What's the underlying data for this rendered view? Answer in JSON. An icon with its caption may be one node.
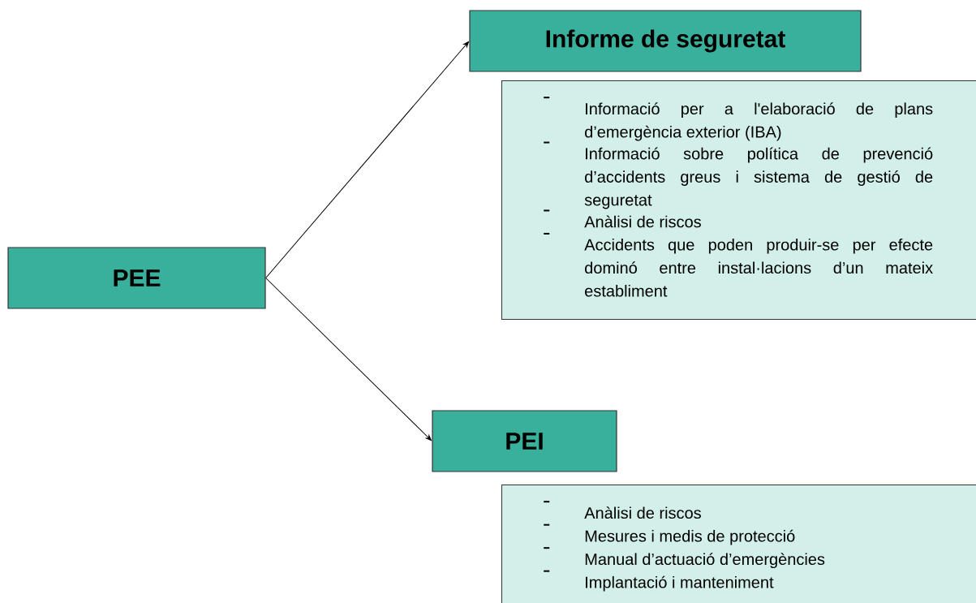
{
  "diagram": {
    "nodes": [
      {
        "text": [
          "PEE"
        ]
      },
      {
        "text": [
          "Informe de seguretat"
        ]
      },
      {
        "text": [
          "Informació per a l'elaboració de plans d’emergència exterior (IBA)",
          "Informació sobre política de prevenció d’accidents greus i sistema de gestió de seguretat",
          "Anàlisi de riscos",
          "Accidents que poden produir-se per efecte dominó entre instal·lacions d’un mateix establiment"
        ]
      },
      {
        "text": [
          "PEI"
        ]
      },
      {
        "text": [
          "Anàlisi de riscos",
          "Mesures i medis de protecció",
          "Manual d’actuació d’emergències",
          "Implantació i manteniment"
        ]
      }
    ],
    "edges": [
      {
        "from": 0,
        "to": 1,
        "arrow": "to"
      },
      {
        "from": 0,
        "to": 3,
        "arrow": "to"
      }
    ]
  }
}
